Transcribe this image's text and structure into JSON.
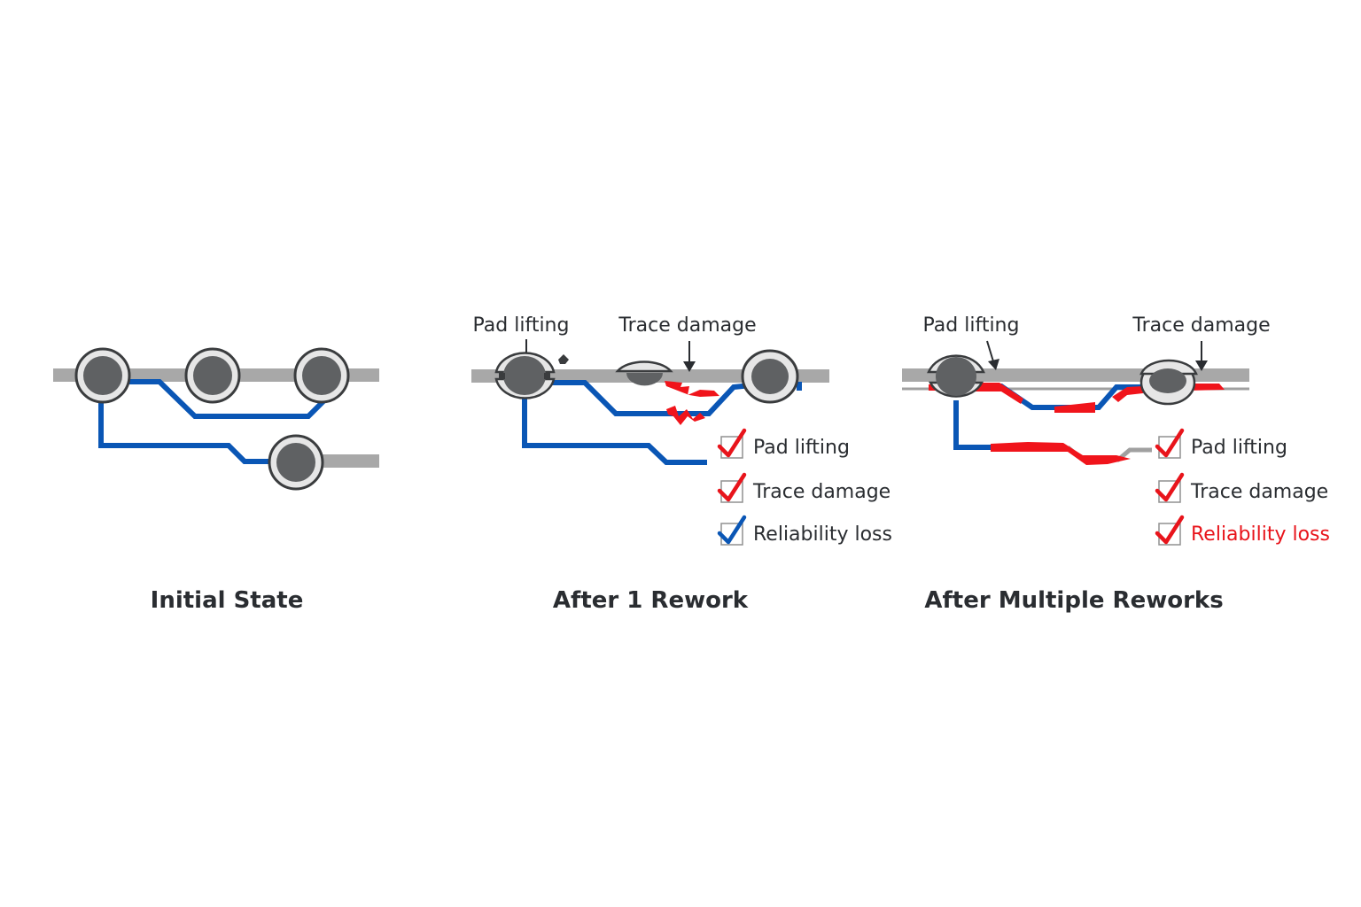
{
  "colors": {
    "substrate": "#a8a8a8",
    "trace": "#0a56b5",
    "damage": "#f0141b",
    "pad_core": "#5f6163",
    "pad_ring": "#e6e6e6",
    "pad_outline": "#3a3c3e",
    "text": "#2a2d31",
    "check_red": "#e8141b",
    "check_blue": "#0a56b5"
  },
  "panels": [
    {
      "id": "initial",
      "title": "Initial State",
      "callouts": [],
      "checklist": []
    },
    {
      "id": "after-one",
      "title": "After 1 Rework",
      "callouts": [
        "Pad lifting",
        "Trace damage"
      ],
      "checklist": [
        {
          "label": "Pad lifting",
          "check": "red",
          "text_color": "dark"
        },
        {
          "label": "Trace damage",
          "check": "red",
          "text_color": "dark"
        },
        {
          "label": "Reliability loss",
          "check": "blue",
          "text_color": "dark"
        }
      ]
    },
    {
      "id": "after-multiple",
      "title": "After Multiple Reworks",
      "callouts": [
        "Pad lifting",
        "Trace damage"
      ],
      "checklist": [
        {
          "label": "Pad lifting",
          "check": "red",
          "text_color": "dark"
        },
        {
          "label": "Trace damage",
          "check": "red",
          "text_color": "dark"
        },
        {
          "label": "Reliability loss",
          "check": "red",
          "text_color": "red"
        }
      ]
    }
  ]
}
